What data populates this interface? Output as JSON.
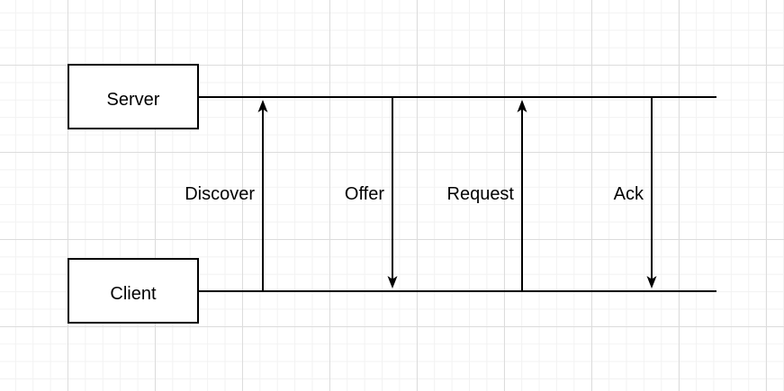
{
  "canvas": {
    "background_color": "#ffffff",
    "grid_minor_color": "#f2f2f2",
    "grid_major_color": "#dcdcdc"
  },
  "diagram": {
    "type": "sequence",
    "stroke_color": "#000000",
    "shape_fill_color": "#ffffff",
    "actors": [
      {
        "label": "Server"
      },
      {
        "label": "Client"
      }
    ],
    "messages": [
      {
        "label": "Discover",
        "from": "Client",
        "to": "Server",
        "direction": "up"
      },
      {
        "label": "Offer",
        "from": "Server",
        "to": "Client",
        "direction": "down"
      },
      {
        "label": "Request",
        "from": "Client",
        "to": "Server",
        "direction": "up"
      },
      {
        "label": "Ack",
        "from": "Server",
        "to": "Client",
        "direction": "down"
      }
    ]
  }
}
